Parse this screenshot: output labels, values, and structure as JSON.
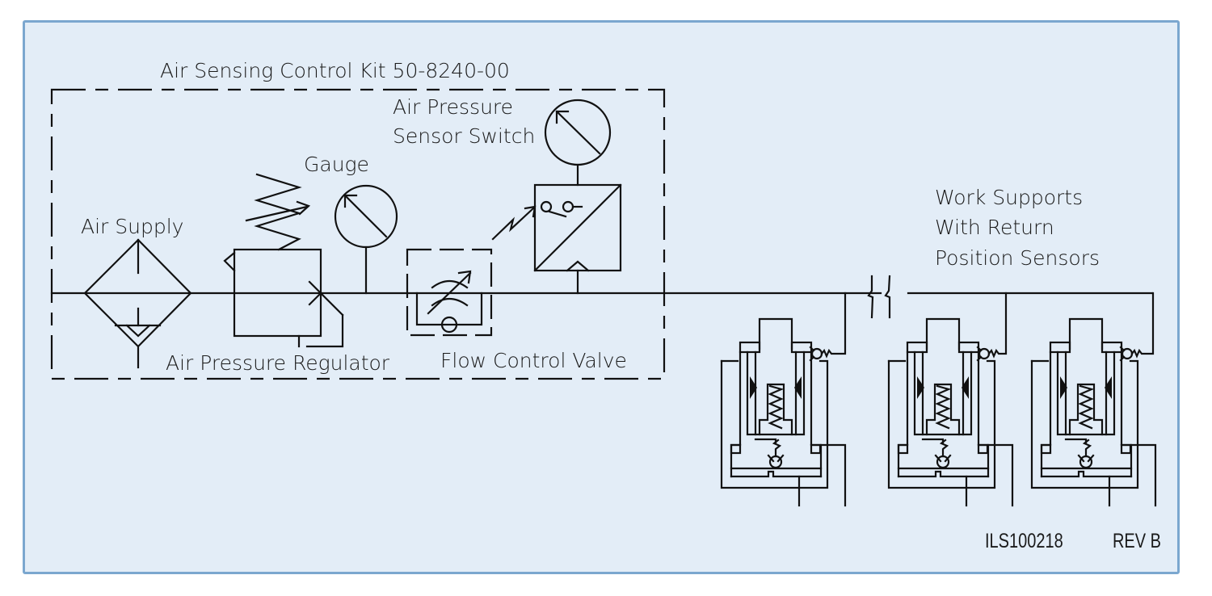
{
  "diagram": {
    "title": "Air Sensing Control Kit 50-8240-00",
    "colors": {
      "background": "#e3edf7",
      "border": "#7ba7cf",
      "line": "#111111"
    },
    "components": {
      "air_supply": "Air Supply",
      "regulator": "Air Pressure Regulator",
      "gauge": "Gauge",
      "sensor_switch_line1": "Air Pressure",
      "sensor_switch_line2": "Sensor Switch",
      "flow_control_valve": "Flow Control Valve"
    },
    "work_supports": {
      "label_line1": "Work Supports",
      "label_line2": "With Return",
      "label_line3": "Position Sensors",
      "count": 3
    },
    "footer": {
      "drawing_id": "ILS100218",
      "revision": "REV B"
    }
  }
}
